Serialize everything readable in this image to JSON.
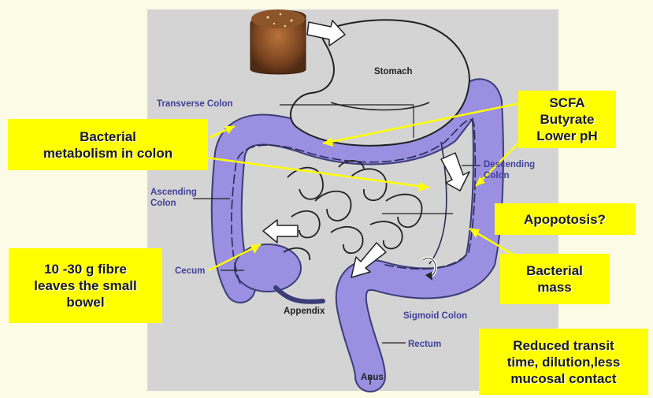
{
  "diagram": {
    "organ_labels": {
      "stomach": "Stomach",
      "transverse_colon": "Transverse Colon",
      "descending_colon_line1": "Descending",
      "descending_colon_line2": "Colon",
      "ascending_colon_line1": "Ascending",
      "ascending_colon_line2": "Colon",
      "cecum": "Cecum",
      "appendix": "Appendix",
      "sigmoid_colon": "Sigmoid Colon",
      "rectum": "Rectum",
      "anus": "Anus"
    },
    "callouts": {
      "bacterial_metabolism": [
        "Bacterial",
        "metabolism in colon"
      ],
      "scfa": [
        "SCFA",
        "Butyrate",
        "Lower pH"
      ],
      "apoptosis": [
        "Apopotosis?"
      ],
      "bacterial_mass": [
        "Bacterial",
        "mass"
      ],
      "fibre": [
        "10 -30 g fibre",
        "leaves the small",
        "bowel"
      ],
      "transit": [
        "Reduced  transit",
        "time, dilution,less",
        "mucosal contact"
      ]
    },
    "colors": {
      "panel_background": "#d4d4d4",
      "colon_fill": "#9a8fe0",
      "callout_fill": "#ffff00",
      "pointer_color": "#ffff00",
      "label_color": "#3f3f9a"
    }
  }
}
